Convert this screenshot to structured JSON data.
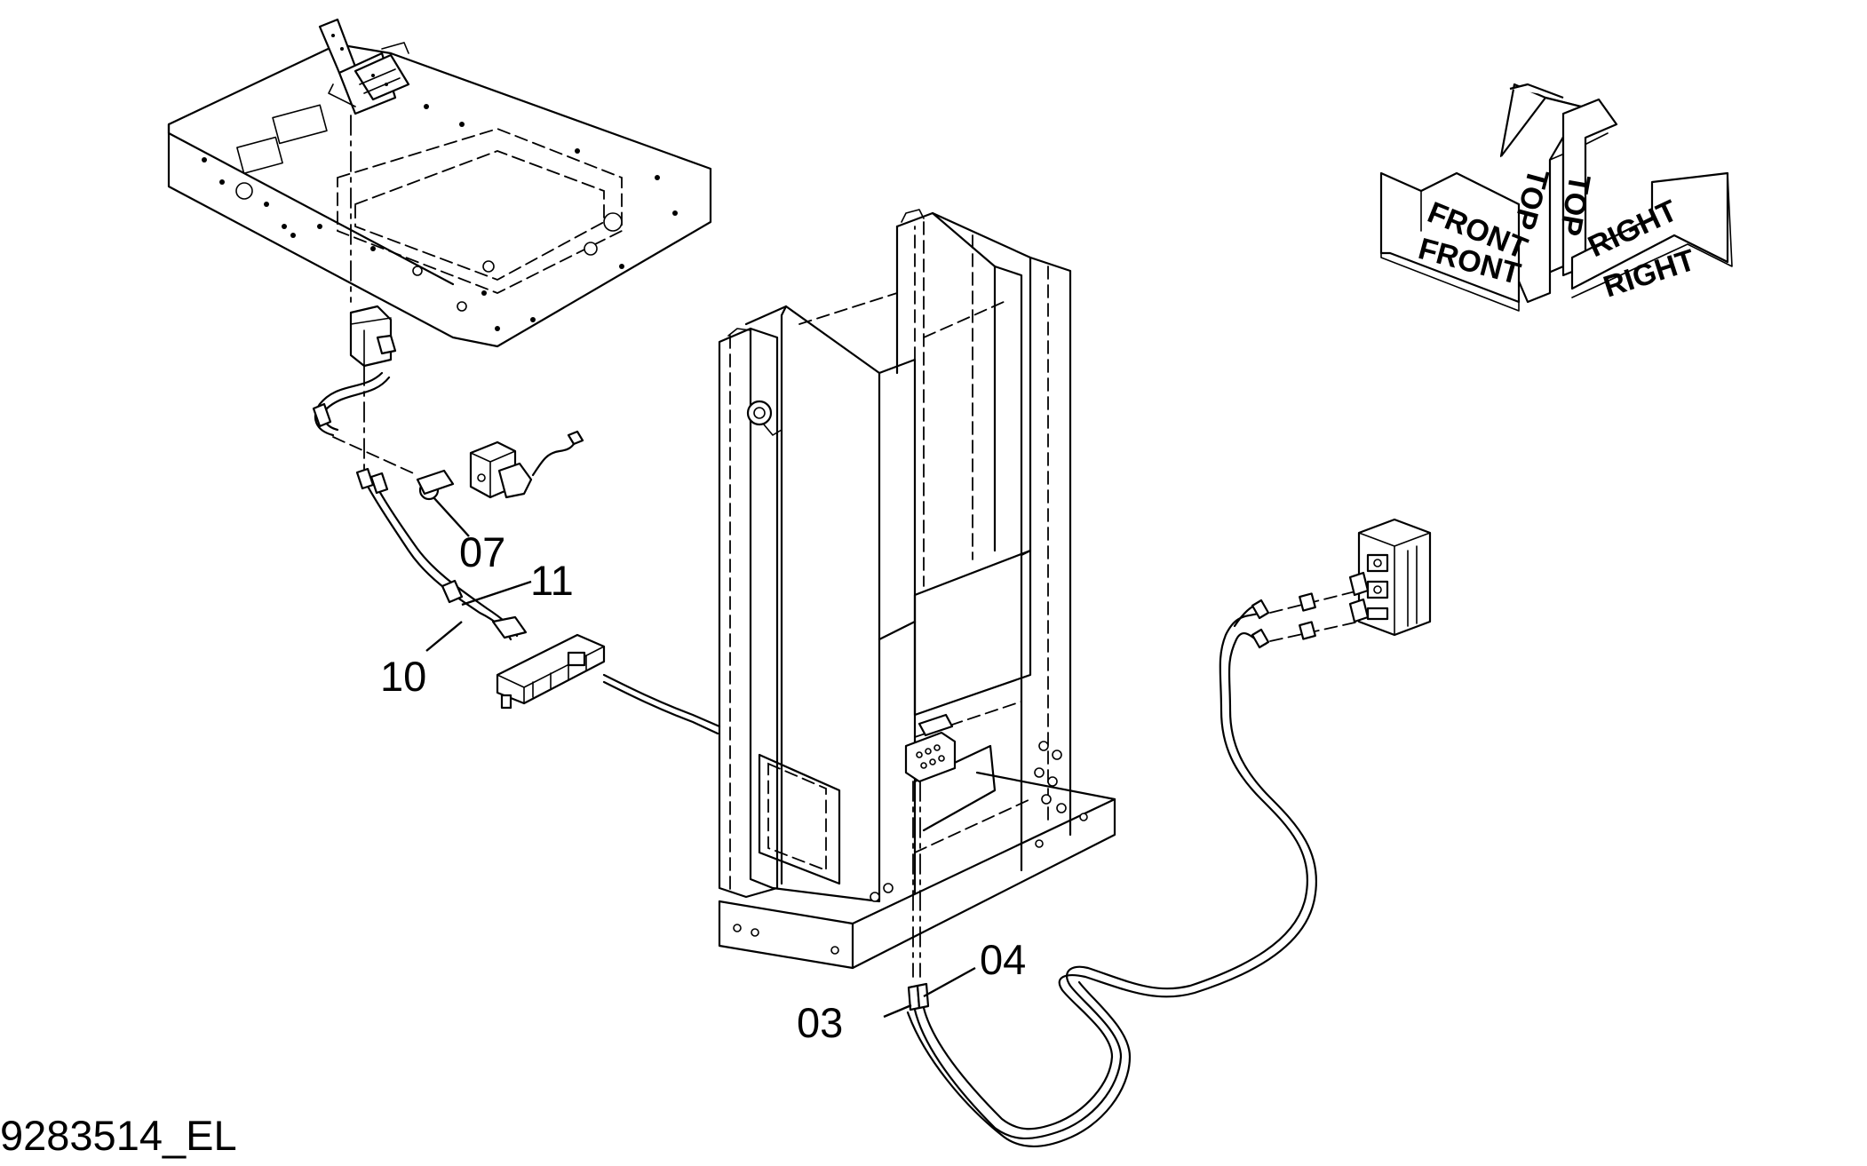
{
  "drawing_id": "9283514_EL",
  "callouts": [
    {
      "id": "07",
      "label": "07"
    },
    {
      "id": "11",
      "label": "11"
    },
    {
      "id": "10",
      "label": "10"
    },
    {
      "id": "04",
      "label": "04"
    },
    {
      "id": "03",
      "label": "03"
    }
  ],
  "orientation": {
    "front_1": "FRONT",
    "front_2": "FRONT",
    "top_1": "TOP",
    "top_2": "TOP",
    "right_1": "RIGHT",
    "right_2": "RIGHT"
  }
}
